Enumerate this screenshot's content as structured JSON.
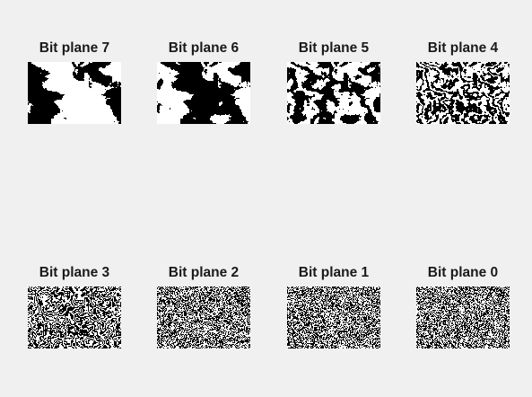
{
  "figure": {
    "background_color": "#f0f0f0",
    "pixel_on_color": "#ffffff",
    "pixel_off_color": "#000000",
    "image_type": "binary bit-plane image"
  },
  "subplots": [
    {
      "title": "Bit plane 7",
      "bit": 7
    },
    {
      "title": "Bit plane 6",
      "bit": 6
    },
    {
      "title": "Bit plane 5",
      "bit": 5
    },
    {
      "title": "Bit plane 4",
      "bit": 4
    },
    {
      "title": "Bit plane 3",
      "bit": 3
    },
    {
      "title": "Bit plane 2",
      "bit": 2
    },
    {
      "title": "Bit plane 1",
      "bit": 1
    },
    {
      "title": "Bit plane 0",
      "bit": 0
    }
  ]
}
